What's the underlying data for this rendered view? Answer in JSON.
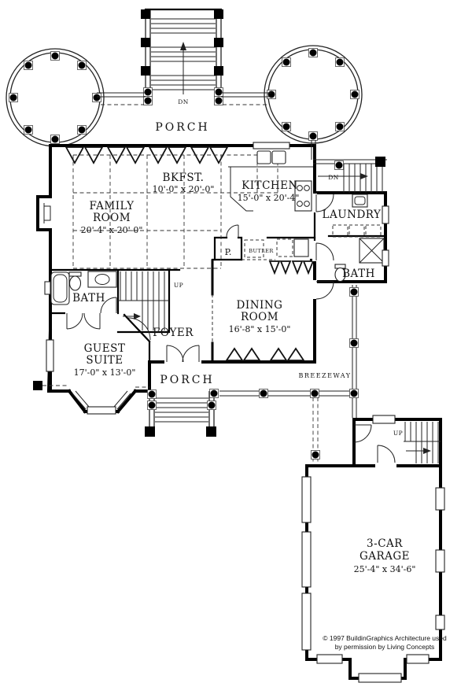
{
  "plan": {
    "labels": {
      "porch_top": "PORCH",
      "porch_bottom": "PORCH",
      "breezeway": "BREEZEWAY",
      "dn_entry": "DN",
      "dn_side": "DN",
      "up_main": "UP",
      "up_garage": "UP",
      "butler": "BUTLER",
      "pantry": "P."
    },
    "rooms": {
      "family": {
        "line1": "FAMILY",
        "line2": "ROOM",
        "dims": "20'-4\" x 20'-0\""
      },
      "bkfst": {
        "name": "BKFST.",
        "dims": "10'-0\" x 20'-0\""
      },
      "kitchen": {
        "name": "KITCHEN",
        "dims": "15'-0\" x 20'-4\""
      },
      "laundry": {
        "name": "LAUNDRY"
      },
      "bath_right": {
        "name": "BATH"
      },
      "bath_left": {
        "name": "BATH"
      },
      "dining": {
        "line1": "DINING",
        "line2": "ROOM",
        "dims": "16'-8\" x 15'-0\""
      },
      "foyer": {
        "name": "FOYER"
      },
      "guest": {
        "line1": "GUEST",
        "line2": "SUITE",
        "dims": "17'-0\" x 13'-0\""
      },
      "garage": {
        "line1": "3-CAR",
        "line2": "GARAGE",
        "dims": "25'-4\" x 34'-6\""
      }
    },
    "copyright": {
      "line1": "© 1997 BuildinGraphics Architecture used",
      "line2": "by permission by Living Concepts"
    },
    "colors": {
      "ink": "#000000",
      "paper": "#ffffff"
    }
  }
}
